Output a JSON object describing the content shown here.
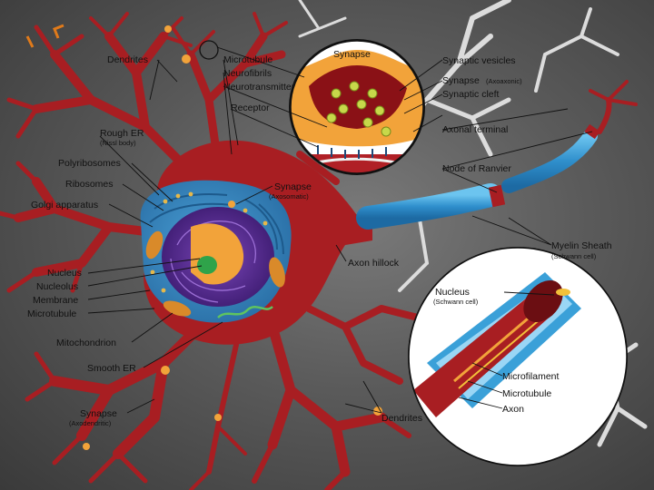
{
  "labels": {
    "dendrites_top": "Dendrites",
    "microtubule_top": "Microtubule",
    "neurofibrils": "Neurofibrils",
    "neurotransmitter": "Neurotransmitter",
    "receptor": "Receptor",
    "rough_er": "Rough ER",
    "rough_er_sub": "(Nissl body)",
    "polyribosomes": "Polyribosomes",
    "ribosomes": "Ribosomes",
    "golgi": "Golgi apparatus",
    "synapse_axosomatic": "Synapse",
    "synapse_axosomatic_sub": "(Axosomatic)",
    "nucleus": "Nucleus",
    "nucleolus": "Nucleolus",
    "membrane": "Membrane",
    "microtubule_left": "Microtubule",
    "mitochondrion": "Mitochondrion",
    "smooth_er": "Smooth ER",
    "synapse_axodendritic": "Synapse",
    "synapse_axodendritic_sub": "(Axodendritic)",
    "dendrites_bottom": "Dendrites",
    "axon_hillock": "Axon hillock",
    "synapse_inset": "Synapse",
    "synaptic_vesicles": "Synaptic vesicles",
    "synapse_axoaxonic": "Synapse",
    "synapse_axoaxonic_sub": "(Axoaxonic)",
    "synaptic_cleft": "Synaptic cleft",
    "axonal_terminal": "Axonal terminal",
    "node_of_ranvier": "Node of Ranvier",
    "myelin_sheath": "Myelin Sheath",
    "myelin_sheath_sub": "(Schwann cell)",
    "nucleus_schwann": "Nucleus",
    "nucleus_schwann_sub": "(Schwann cell)",
    "microfilament": "Microfilament",
    "microtubule_inset": "Microtubule",
    "axon": "Axon"
  },
  "colors": {
    "neuron_red": "#a81e22",
    "dark_red": "#7a1016",
    "cytoplasm_blue": "#3b8fc7",
    "nucleus_purple": "#5a2d91",
    "nucleolus_green": "#2fa34a",
    "myelin_blue": "#3aa0d8",
    "orange": "#f2a33a",
    "white_neuron": "#e6e6e6"
  }
}
